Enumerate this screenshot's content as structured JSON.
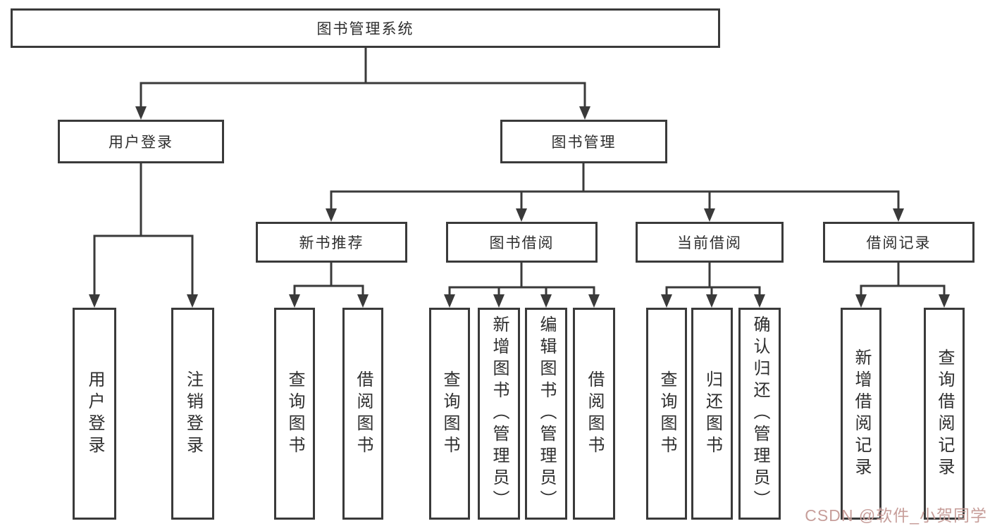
{
  "diagram": {
    "root": {
      "label": "图书管理系统"
    },
    "branches": [
      {
        "label": "用户登录",
        "leaves": [
          {
            "label": "用户登录"
          },
          {
            "label": "注销登录"
          }
        ]
      },
      {
        "label": "图书管理",
        "groups": [
          {
            "label": "新书推荐",
            "leaves": [
              {
                "label": "查询图书"
              },
              {
                "label": "借阅图书"
              }
            ]
          },
          {
            "label": "图书借阅",
            "leaves": [
              {
                "label": "查询图书"
              },
              {
                "label": "新增图书（管理员）"
              },
              {
                "label": "编辑图书（管理员）"
              },
              {
                "label": "借阅图书"
              }
            ]
          },
          {
            "label": "当前借阅",
            "leaves": [
              {
                "label": "查询图书"
              },
              {
                "label": "归还图书"
              },
              {
                "label": "确认归还（管理员）"
              }
            ]
          },
          {
            "label": "借阅记录",
            "leaves": [
              {
                "label": "新增借阅记录"
              },
              {
                "label": "查询借阅记录"
              }
            ]
          }
        ]
      }
    ]
  },
  "watermark": {
    "text": "CSDN @软件_小贺同学",
    "color": "#c79e9a"
  },
  "colors": {
    "line": "#3a3a3a",
    "border": "#3a3a3a",
    "text": "#2e2e2e",
    "background": "#ffffff"
  }
}
